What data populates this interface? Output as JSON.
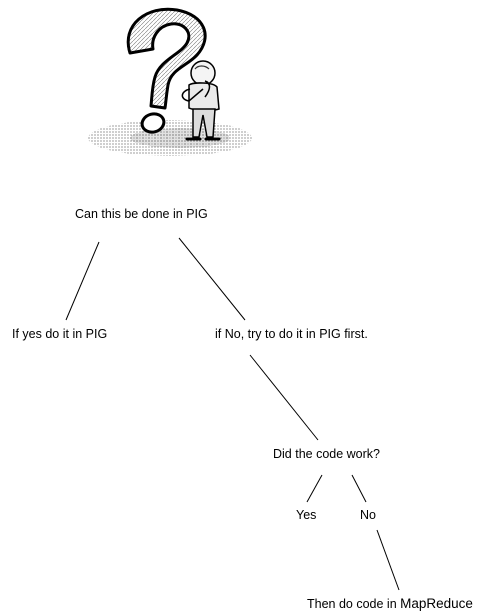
{
  "diagram": {
    "root": "Can this be done in PIG",
    "yes_branch": "If yes do it in PIG",
    "no_branch": "if No, try to do it in PIG first.",
    "question": "Did the code work?",
    "answer_yes": "Yes",
    "answer_no": "No",
    "final_prefix": "Then do code in",
    "final_target": "MapReduce"
  },
  "illustration": {
    "icon": "question-mark-thinking-figure-icon"
  }
}
